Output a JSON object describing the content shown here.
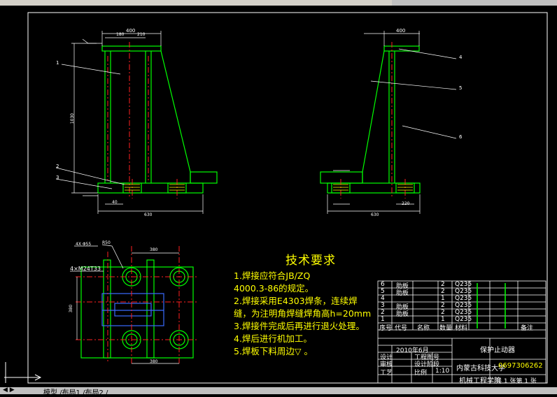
{
  "tech": {
    "title": "技术要求",
    "items": [
      "1.焊接应符合JB/ZQ",
      "4000.3-86的规定。",
      "2.焊接采用E4303焊条，连续焊",
      "缝，为注明角焊缝焊角高h=20mm",
      "3.焊接件完成后再进行退火处理。",
      "4.焊后进行机加工。",
      "5.焊板下料周边▽ 。"
    ]
  },
  "titleblock": {
    "part_name": "保护止动器",
    "school_line1": "内蒙古科技大学",
    "school_line2": "机械工程学院",
    "drawing_no": "0697306262",
    "sheets": "共 1 张第 1 张",
    "date": "2010年6月",
    "scale": "1:10",
    "header_cols": [
      "序号",
      "代号",
      "名称",
      "数量",
      "材料",
      "备注"
    ],
    "rows": [
      {
        "no": "6",
        "name": "肋板",
        "qty": "2",
        "mat": "Q235"
      },
      {
        "no": "5",
        "name": "肋板",
        "qty": "2",
        "mat": "Q235"
      },
      {
        "no": "4",
        "name": "",
        "qty": "1",
        "mat": "Q235"
      },
      {
        "no": "3",
        "name": "肋板",
        "qty": "2",
        "mat": "Q235"
      },
      {
        "no": "2",
        "name": "肋板",
        "qty": "2",
        "mat": "Q235"
      },
      {
        "no": "1",
        "name": "",
        "qty": "1",
        "mat": "Q235"
      }
    ],
    "sign_rows": [
      "设计",
      "审核",
      "工艺"
    ],
    "tb_labels": [
      "工程图号",
      "设计阶段",
      "比例"
    ]
  },
  "bottom_tabs": "模型 /布局1 /布局2 /",
  "dims": {
    "front_top": "400",
    "front_sub1": "180",
    "front_sub2": "210",
    "front_height": "1030",
    "front_bottom": "630",
    "front_small": "40",
    "side_top": "400",
    "side_bottom": "630",
    "side_right": "220",
    "plan_top": "380",
    "plan_bottom": "380",
    "plan_left": "380",
    "plan_holes": "4×M24T33",
    "plan_dia": "4X Φ55",
    "plan_r": "R50"
  },
  "leaders": {
    "front": [
      "1",
      "2",
      "3"
    ],
    "side": [
      "4",
      "5",
      "6"
    ]
  }
}
